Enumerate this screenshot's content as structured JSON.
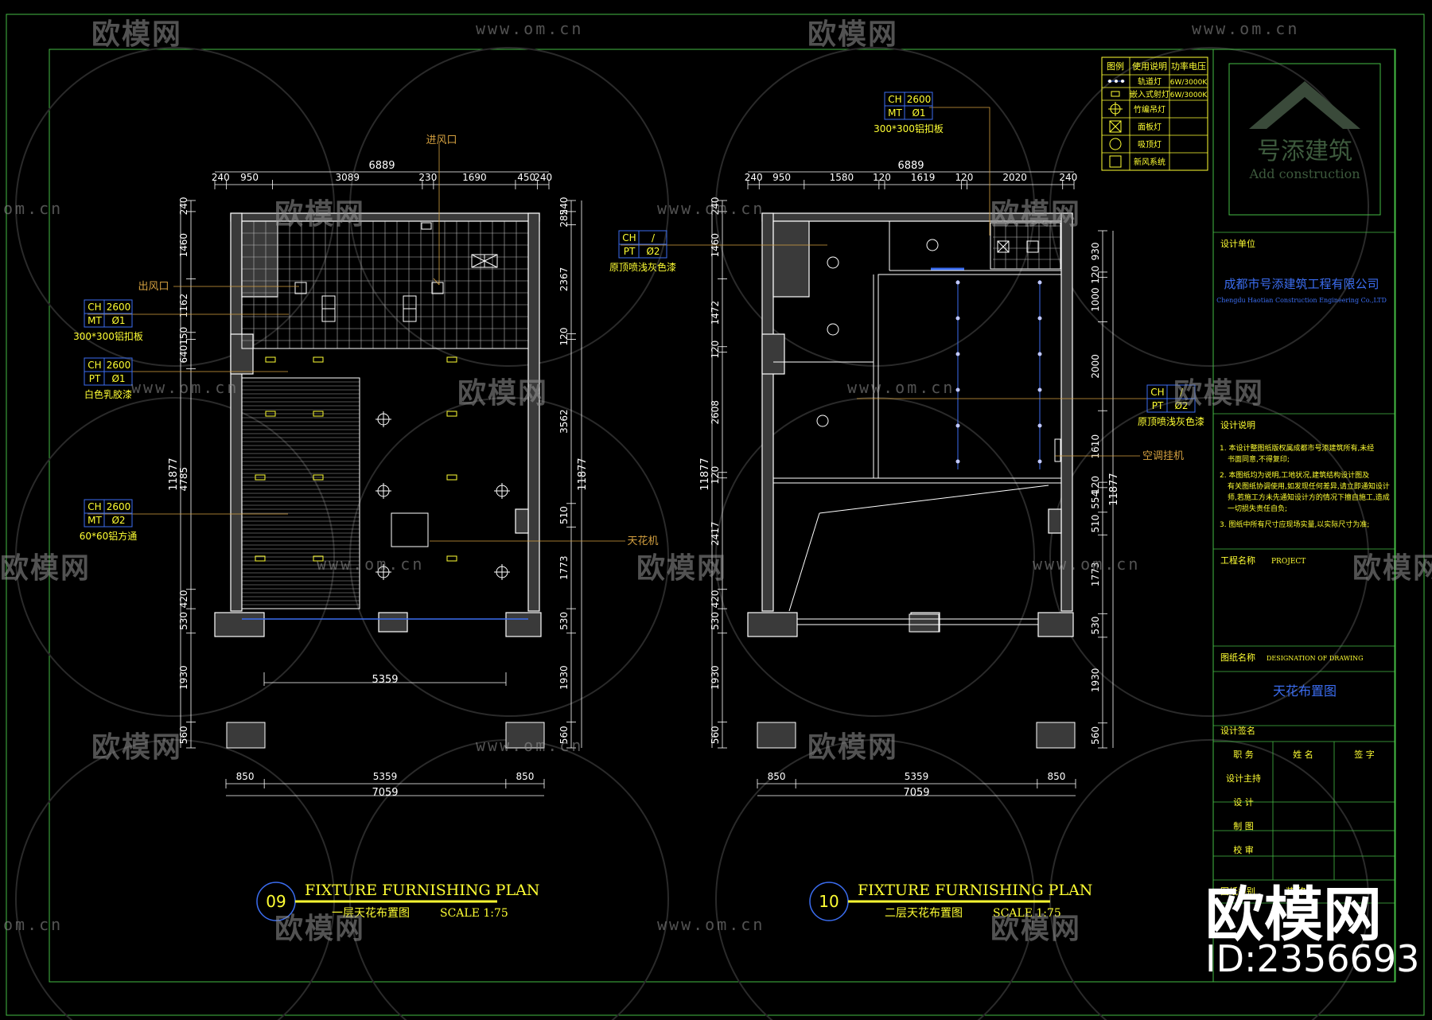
{
  "colors": {
    "wall": "#ffffff",
    "dim": "#ffffff",
    "label": "#ffff33",
    "leader": "#d4a040",
    "accent": "#3b6df0",
    "green": "#44bb44",
    "grid": "#d0d0d0"
  },
  "watermark": {
    "brand": "欧模网",
    "url": "www.om.cn",
    "url_short": "om.cn"
  },
  "plan1": {
    "title_en": "FIXTURE FURNISHING PLAN",
    "title_cn": "一层天花布置图",
    "scale": "SCALE 1:75",
    "num": "09",
    "dims_top": [
      "240",
      "950",
      "3089",
      "230",
      "1690",
      "450",
      "240"
    ],
    "dim_top_total": "6889",
    "dims_bottom": [
      "850",
      "5359",
      "850"
    ],
    "dim_bottom_total": "7059",
    "dim_inner": "5359",
    "dims_left": [
      "240",
      "1460",
      "1162",
      "150",
      "640",
      "4785",
      "420",
      "530",
      "1930",
      "560"
    ],
    "dim_left_total": "11877",
    "dims_right": [
      "240",
      "285",
      "2367",
      "120",
      "3562",
      "510",
      "1773",
      "530",
      "1930",
      "560"
    ],
    "dim_right_total": "11877",
    "callouts": [
      {
        "ch": "CH",
        "chv": "2600",
        "mt": "MT",
        "mtv": "Ø1",
        "note": "300*300铝扣板"
      },
      {
        "ch": "CH",
        "chv": "2600",
        "mt": "PT",
        "mtv": "Ø1",
        "note": "白色乳胶漆"
      },
      {
        "ch": "CH",
        "chv": "2600",
        "mt": "MT",
        "mtv": "Ø2",
        "note": "60*60铝方通"
      }
    ],
    "labels": {
      "in_vent": "进风口",
      "out_vent": "出风口",
      "ac": "天花机"
    }
  },
  "plan2": {
    "title_en": "FIXTURE FURNISHING PLAN",
    "title_cn": "二层天花布置图",
    "scale": "SCALE 1:75",
    "num": "10",
    "dims_top": [
      "240",
      "950",
      "1580",
      "120",
      "1619",
      "120",
      "2020",
      "240"
    ],
    "dim_top_total": "6889",
    "dims_bottom": [
      "850",
      "5359",
      "850"
    ],
    "dim_bottom_total": "7059",
    "dims_left": [
      "240",
      "1460",
      "1472",
      "120",
      "2608",
      "120",
      "2417",
      "420",
      "530",
      "1930",
      "560"
    ],
    "dim_left_total": "11877",
    "dims_right": [
      "930",
      "120",
      "1000",
      "2000",
      "1610",
      "120",
      "554",
      "510",
      "1773",
      "530",
      "1930",
      "560"
    ],
    "dim_right_total": "11877",
    "callouts": [
      {
        "ch": "CH",
        "chv": "2600",
        "mt": "MT",
        "mtv": "Ø1",
        "note": "300*300铝扣板"
      },
      {
        "ch": "CH",
        "chv": "/",
        "mt": "PT",
        "mtv": "Ø2",
        "note": "原顶喷浅灰色漆"
      },
      {
        "ch": "CH",
        "chv": "/",
        "mt": "PT",
        "mtv": "Ø2",
        "note": "原顶喷浅灰色漆"
      }
    ],
    "labels": {
      "ac": "空调挂机"
    }
  },
  "legend": {
    "headers": [
      "图例",
      "使用说明",
      "功率电压"
    ],
    "rows": [
      {
        "icon": "track-light",
        "desc": "轨道灯",
        "power": "6W/3000K"
      },
      {
        "icon": "recessed-spot",
        "desc": "嵌入式射灯",
        "power": "6W/3000K"
      },
      {
        "icon": "pendant-light",
        "desc": "竹编吊灯",
        "power": ""
      },
      {
        "icon": "panel-light",
        "desc": "面板灯",
        "power": ""
      },
      {
        "icon": "ceiling-light",
        "desc": "吸顶灯",
        "power": ""
      },
      {
        "icon": "fresh-air",
        "desc": "新风系统",
        "power": ""
      }
    ]
  },
  "titleblock": {
    "logo_cn": "号添建筑",
    "logo_en": "Add construction",
    "design_unit_label": "设计单位",
    "company_cn": "成都市号添建筑工程有限公司",
    "company_en": "Chengdu Haotian Construction Engineering Co.,LTD",
    "notes_label": "设计说明",
    "notes": [
      "1. 本设计整图纸版权属成都市号添建筑所有,未经书面同意,不得复印;",
      "2. 本图纸均为说明,工地状况,建筑结构设计图及有关图纸协调使用,如发现任何差异,请立即通知设计师,若施工方未先通知设计方的情况下擅自施工,造成一切损失责任自负;",
      "3. 图纸中所有尺寸应现场实量,以实际尺寸为准;"
    ],
    "project_label": "工程名称",
    "project_en": "PROJECT",
    "drawing_label": "图纸名称",
    "drawing_en": "DESIGNATION OF DRAWING",
    "drawing_name": "天花布置图",
    "sign_label": "设计签名",
    "sign_headers": [
      "职 务",
      "姓 名",
      "签 字"
    ],
    "roles": [
      "设计主持",
      "设 计",
      "制 图",
      "校 审"
    ],
    "sheet_label": "图纸类别",
    "sheet_value": "装 修"
  },
  "brand_overlay": {
    "name": "欧模网",
    "id": "ID:2356693"
  }
}
